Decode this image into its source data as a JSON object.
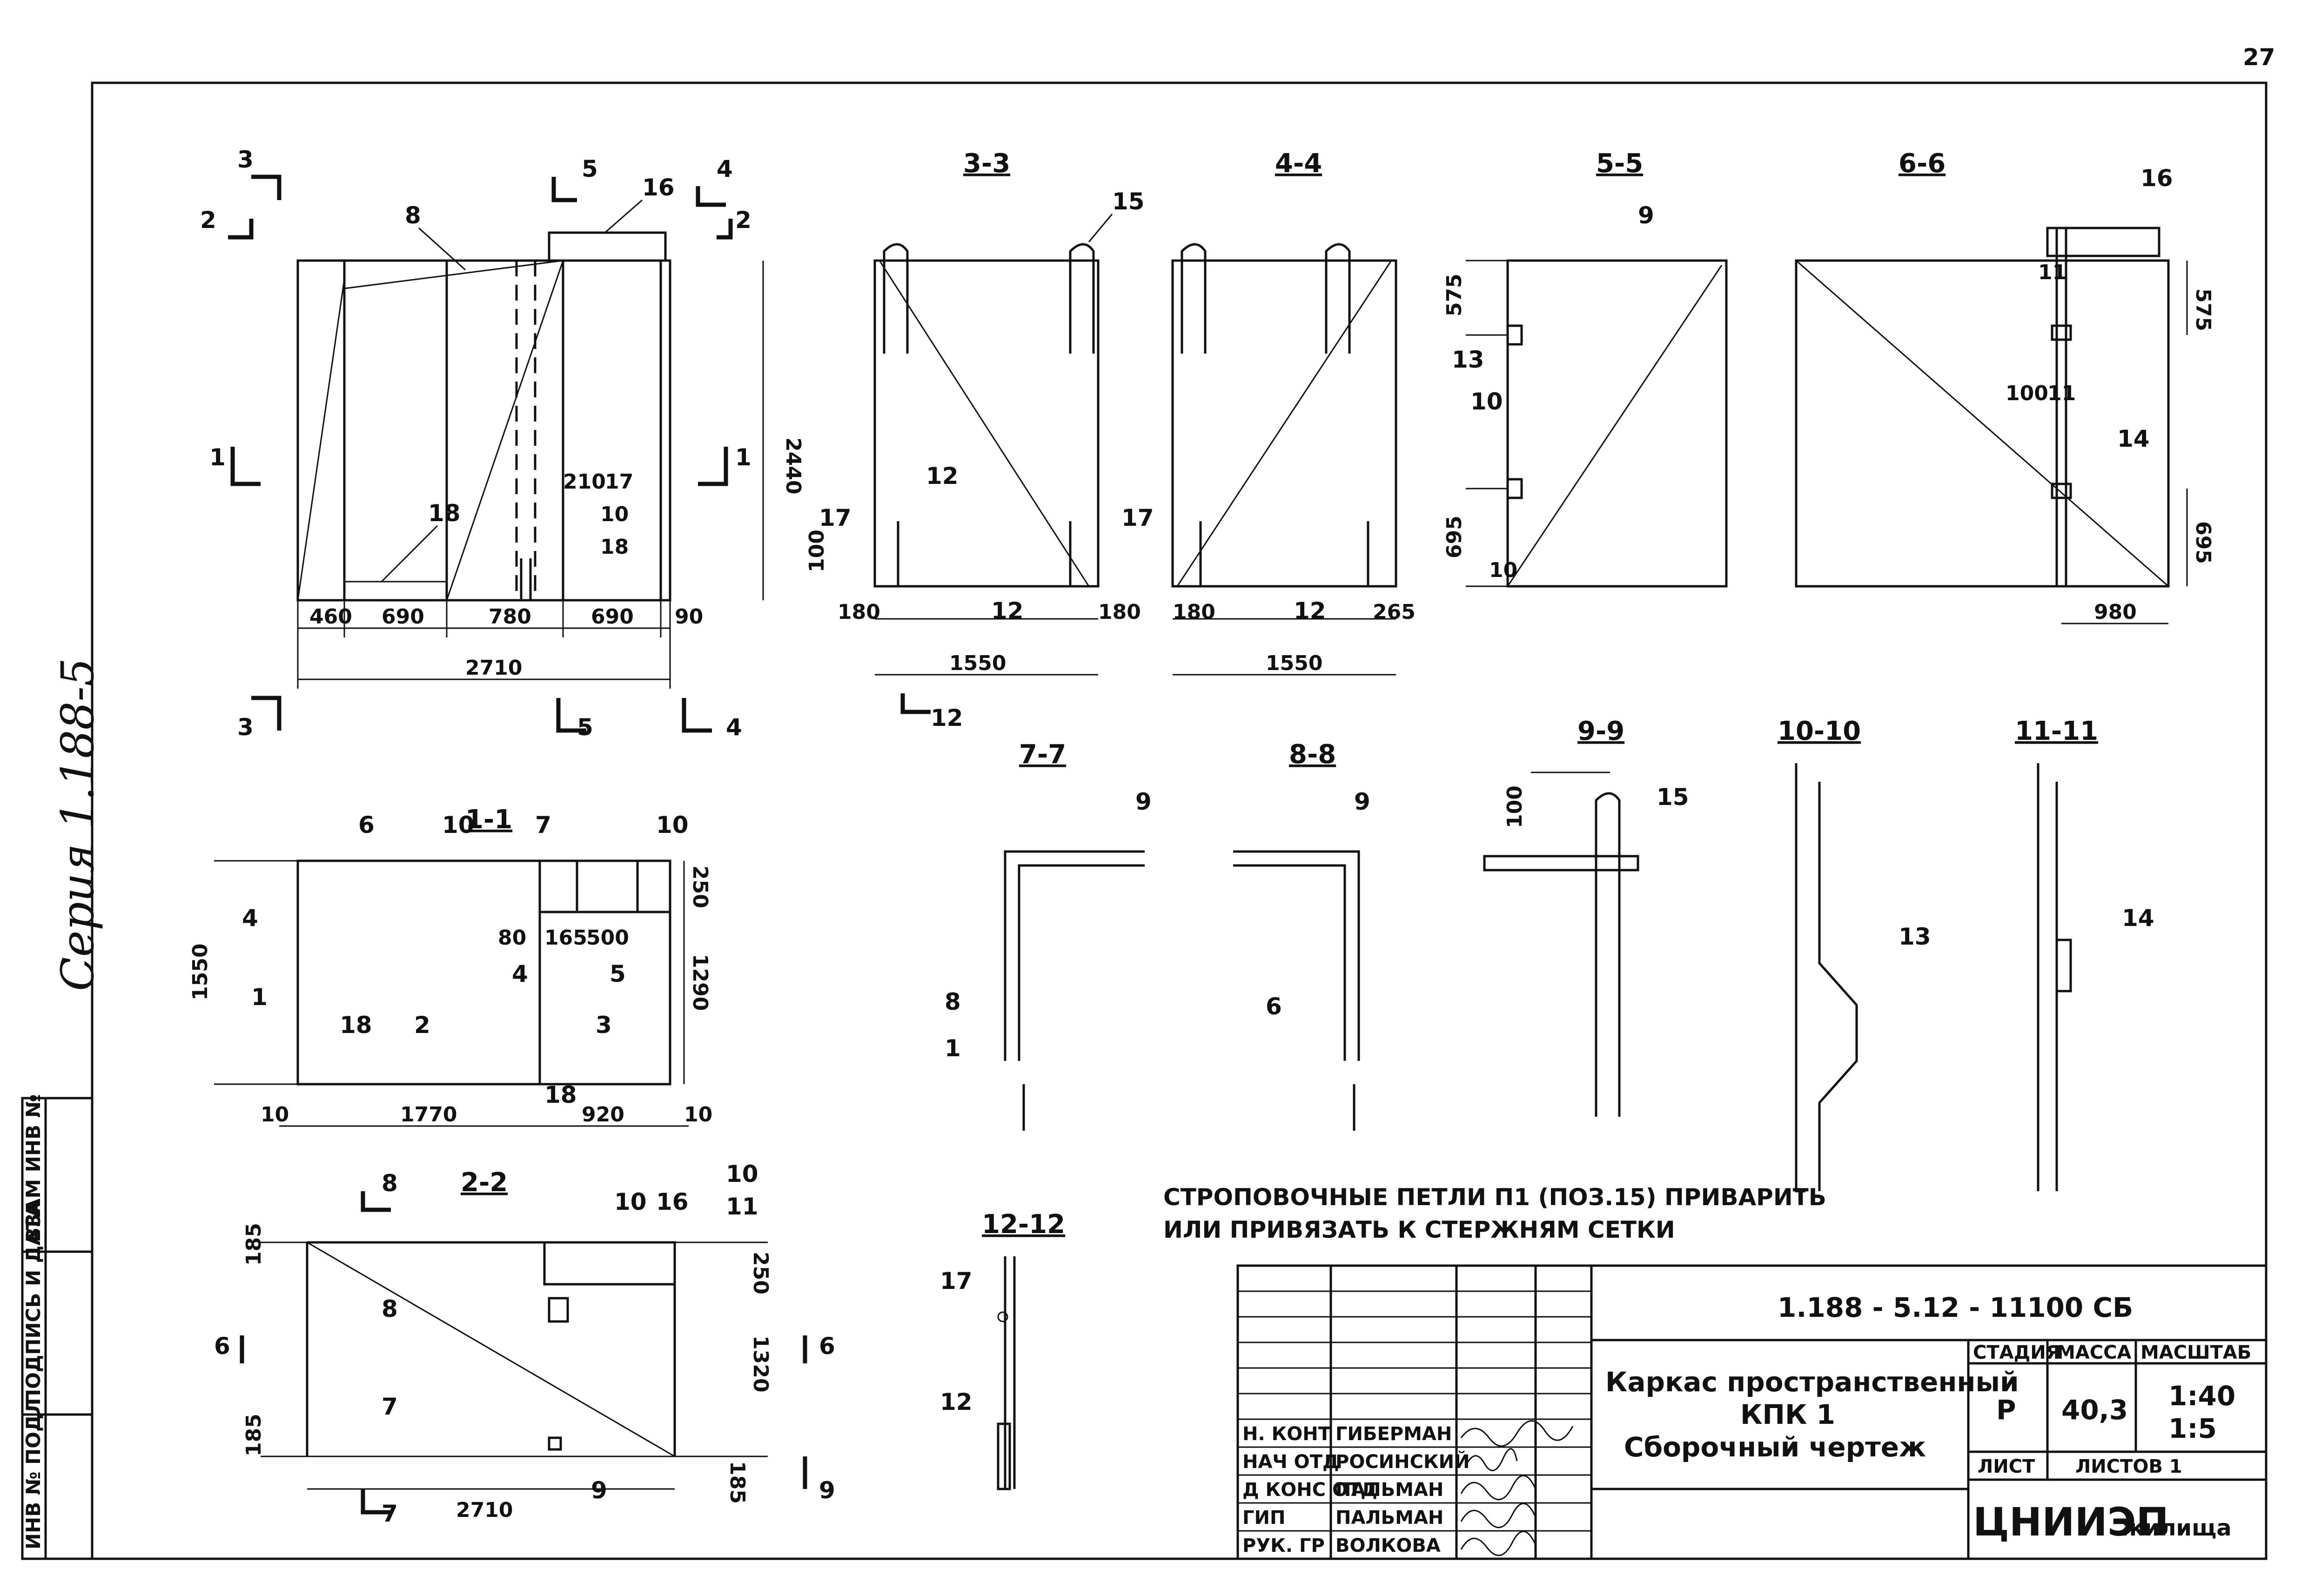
{
  "page_number": "27",
  "series": "Серия 1.188-5",
  "side_stamp": {
    "col1": "ИНВ № ПОДЛ",
    "col2": "ПОДПИСЬ И ДАТА",
    "col3": "ВЗАМ ИНВ №"
  },
  "views": {
    "main": {
      "sections": [
        "3",
        "2",
        "5",
        "16",
        "4",
        "2",
        "1",
        "1",
        "3",
        "5",
        "4"
      ],
      "callouts": [
        "8",
        "18",
        "210",
        "17",
        "10",
        "18"
      ],
      "dims": [
        "460",
        "690",
        "780",
        "690",
        "90",
        "2710",
        "2440"
      ]
    },
    "s33": {
      "title": "3-3",
      "callouts": [
        "15",
        "12",
        "17",
        "12"
      ],
      "dims": [
        "100",
        "180",
        "180",
        "1550"
      ],
      "cut": "12"
    },
    "s44": {
      "title": "4-4",
      "callouts": [
        "17",
        "12"
      ],
      "dims": [
        "180",
        "265",
        "1550"
      ]
    },
    "s55": {
      "title": "5-5",
      "callouts": [
        "9",
        "13",
        "10",
        "10"
      ],
      "dims": [
        "575",
        "695"
      ]
    },
    "s66": {
      "title": "6-6",
      "callouts": [
        "16",
        "11",
        "100",
        "11",
        "14"
      ],
      "dims": [
        "575",
        "695",
        "980"
      ]
    },
    "s11": {
      "title": "1-1",
      "callouts": [
        "6",
        "10",
        "7",
        "10",
        "4",
        "1",
        "18",
        "2",
        "4",
        "5",
        "3",
        "18"
      ],
      "dims": [
        "80",
        "165",
        "500",
        "250",
        "1290",
        "1550",
        "10",
        "1770",
        "920",
        "10"
      ]
    },
    "s22": {
      "title": "2-2",
      "sections": [
        "8",
        "8",
        "7",
        "7",
        "6",
        "6",
        "9",
        "9"
      ],
      "callouts": [
        "10",
        "16",
        "10",
        "11"
      ],
      "dims": [
        "185",
        "250",
        "1320",
        "185",
        "185",
        "2710"
      ]
    },
    "s77": {
      "title": "7-7",
      "callouts": [
        "9",
        "8",
        "1"
      ]
    },
    "s88": {
      "title": "8-8",
      "callouts": [
        "9",
        "6"
      ]
    },
    "s99": {
      "title": "9-9",
      "callouts": [
        "15"
      ],
      "dims": [
        "100"
      ]
    },
    "s1010": {
      "title": "10-10",
      "callouts": [
        "13"
      ]
    },
    "s1111": {
      "title": "11-11",
      "callouts": [
        "14"
      ]
    },
    "s1212": {
      "title": "12-12",
      "callouts": [
        "17",
        "12"
      ]
    }
  },
  "note_lines": [
    "СТРОПОВОЧНЫЕ ПЕТЛИ П1 (ПОЗ.15) ПРИВАРИТЬ",
    "ИЛИ ПРИВЯЗАТЬ К СТЕРЖНЯМ СЕТКИ"
  ],
  "title_block": {
    "doc_code": "1.188 - 5.12 - 11100 СБ",
    "name_lines": [
      "Каркас пространственный",
      "КПК 1",
      "Сборочный чертеж"
    ],
    "headers": {
      "stage": "СТАДИЯ",
      "mass": "МАССА",
      "scale": "МАСШТАБ"
    },
    "values": {
      "stage": "Р",
      "mass": "40,3",
      "scale1": "1:40",
      "scale2": "1:5"
    },
    "sheet": "ЛИСТ",
    "sheets": "ЛИСТОВ 1",
    "org": "ЦНИИЭП",
    "org_suffix": "жилища",
    "people": [
      {
        "role": "Н. КОНТ",
        "name": "ГИБЕРМАН"
      },
      {
        "role": "НАЧ ОТД",
        "name": "РОСИНСКИЙ"
      },
      {
        "role": "Д КОНС ОТД",
        "name": "ПАЛЬМАН"
      },
      {
        "role": "ГИП",
        "name": "ПАЛЬМАН"
      },
      {
        "role": "РУК. ГР",
        "name": "ВОЛКОВА"
      }
    ]
  }
}
